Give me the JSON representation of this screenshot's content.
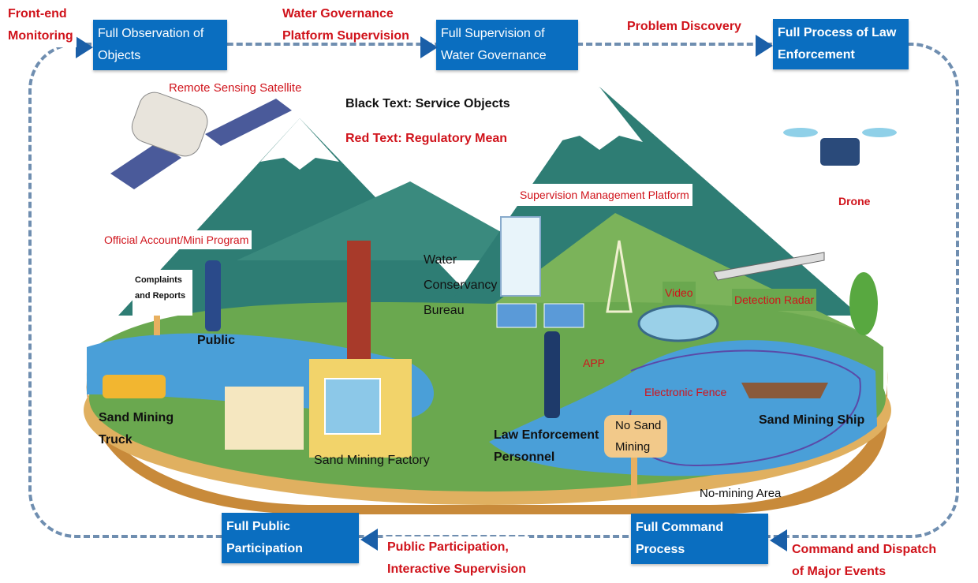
{
  "cycle": {
    "stages": [
      {
        "id": "observation",
        "label": "Full Observation of Objects"
      },
      {
        "id": "supervision",
        "label": "Full Supervision of Water Governance"
      },
      {
        "id": "law",
        "label": "Full Process of Law Enforcement"
      },
      {
        "id": "command",
        "label": "Full Command Process"
      },
      {
        "id": "public",
        "label": "Full Public Participation"
      }
    ],
    "transitions": [
      {
        "label_line1": "Front-end",
        "label_line2": "Monitoring"
      },
      {
        "label_line1": "Water Governance",
        "label_line2": "Platform Supervision"
      },
      {
        "label_line1": "Problem Discovery",
        "label_line2": ""
      },
      {
        "label_line1": "Command and Dispatch",
        "label_line2": "of Major Events"
      },
      {
        "label_line1": "Public Participation,",
        "label_line2": "Interactive Supervision"
      }
    ]
  },
  "legend": {
    "black": "Black Text: Service Objects",
    "red": "Red Text: Regulatory Mean"
  },
  "colors": {
    "stage_box": "#0a6ec0",
    "arrow": "#1a5fa8",
    "red_text": "#d0131b",
    "loop_dash": "#6f8eb0",
    "mountain": "#2e7d74",
    "grass": "#6aa84f",
    "water": "#4a9fd8",
    "soil": "#c88a3a"
  },
  "regulatory_means": {
    "satellite": "Remote Sensing Satellite",
    "official_account": "Official Account/Mini Program",
    "platform": "Supervision Management Platform",
    "drone": "Drone",
    "video": "Video",
    "radar": "Detection Radar",
    "app": "APP",
    "fence": "Electronic Fence"
  },
  "service_objects": {
    "complaints_line1": "Complaints",
    "complaints_line2": "and Reports",
    "public": "Public",
    "bureau_line1": "Water",
    "bureau_line2": "Conservancy",
    "bureau_line3": "Bureau",
    "truck_line1": "Sand Mining",
    "truck_line2": "Truck",
    "factory": "Sand Mining Factory",
    "law_line1": "Law Enforcement",
    "law_line2": "Personnel",
    "no_sand_line1": "No Sand",
    "no_sand_line2": "Mining",
    "ship": "Sand Mining Ship",
    "no_mining_area": "No-mining Area"
  }
}
